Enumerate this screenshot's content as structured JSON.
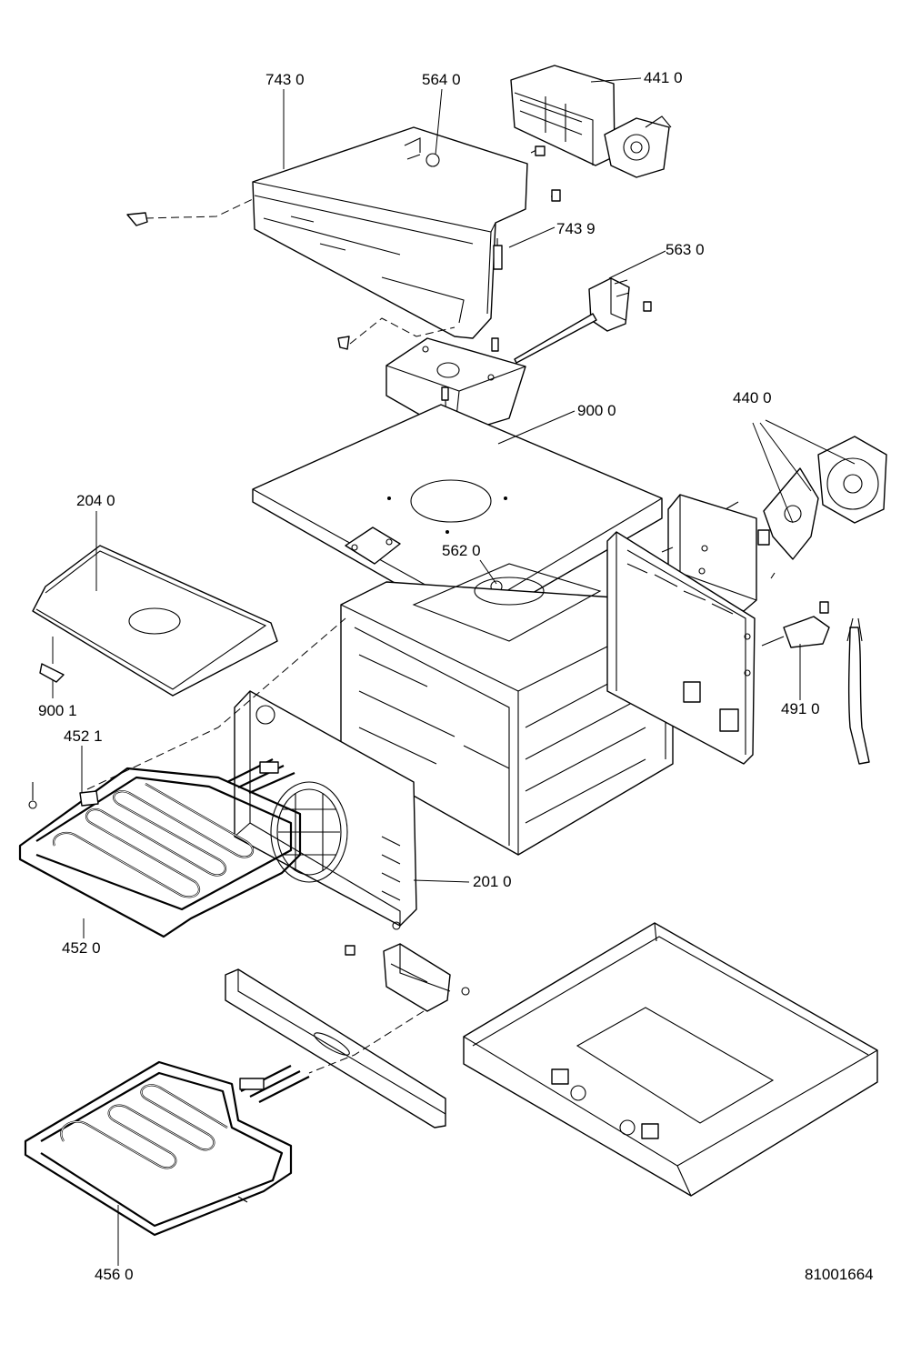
{
  "diagram": {
    "drawing_number": "81001664",
    "callouts": [
      {
        "id": "743-0",
        "text": "743 0"
      },
      {
        "id": "564-0",
        "text": "564 0"
      },
      {
        "id": "441-0",
        "text": "441 0"
      },
      {
        "id": "743-9",
        "text": "743 9"
      },
      {
        "id": "563-0",
        "text": "563 0"
      },
      {
        "id": "900-0",
        "text": "900 0"
      },
      {
        "id": "440-0",
        "text": "440 0"
      },
      {
        "id": "204-0",
        "text": "204 0"
      },
      {
        "id": "562-0",
        "text": "562 0"
      },
      {
        "id": "900-1",
        "text": "900 1"
      },
      {
        "id": "452-1",
        "text": "452 1"
      },
      {
        "id": "491-0",
        "text": "491 0"
      },
      {
        "id": "201-0",
        "text": "201 0"
      },
      {
        "id": "452-0",
        "text": "452 0"
      },
      {
        "id": "456-0",
        "text": "456 0"
      }
    ]
  }
}
